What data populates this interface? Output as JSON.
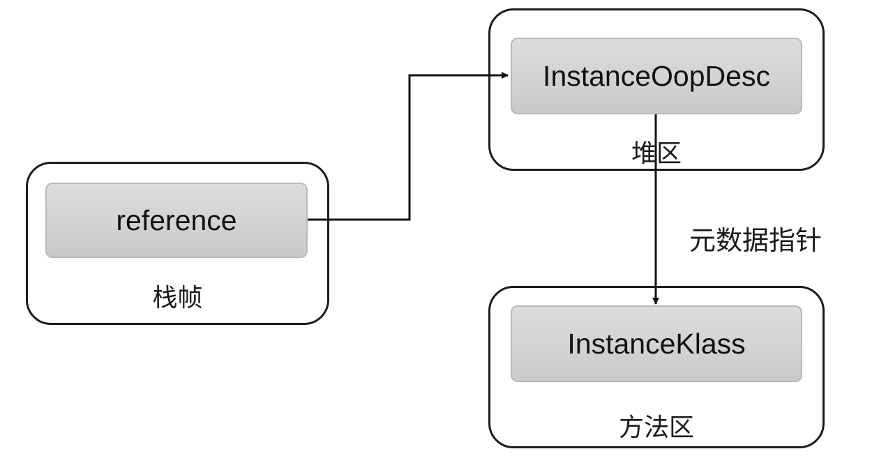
{
  "regions": {
    "stack_frame": {
      "label": "栈帧",
      "item": "reference"
    },
    "heap": {
      "label": "堆区",
      "item": "InstanceOopDesc"
    },
    "method_area": {
      "label": "方法区",
      "item": "InstanceKlass"
    }
  },
  "edges": {
    "metadata_pointer": {
      "label": "元数据指针"
    }
  }
}
